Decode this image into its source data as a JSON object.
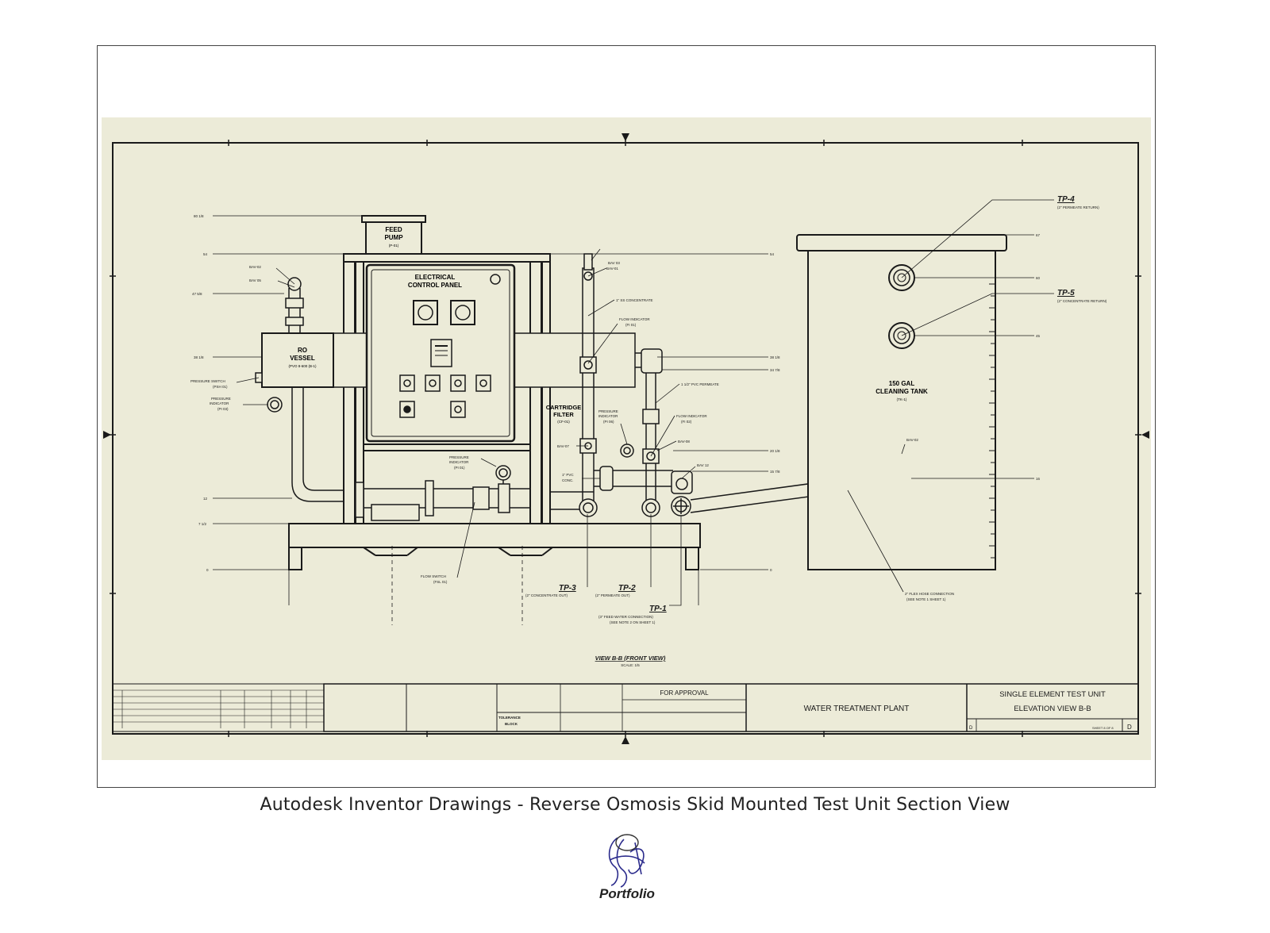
{
  "caption": "Autodesk Inventor Drawings  - Reverse Osmosis Skid Mounted Test Unit Section View",
  "colors": {
    "paper": "#ecebd8",
    "ink": "#1a1a1a",
    "logo": "#2b2b8c"
  },
  "labels": {
    "feed_pump": "FEED",
    "feed_pump_2": "PUMP",
    "feed_pump_tag": "(P-01)",
    "panel_1": "ELECTRICAL",
    "panel_2": "CONTROL PANEL",
    "ro_1": "RO",
    "ro_2": "VESSEL",
    "ro_tag": "(PVO 8-600 (B-1)",
    "cart_1": "CARTRIDGE",
    "cart_2": "FILTER",
    "cart_tag": "(CF-01)",
    "tank_1": "150 GAL",
    "tank_2": "CLEANING TANK",
    "tank_tag": "(TK-1)",
    "tp4": "TP-4",
    "tp4_sub": "(2\" PERMEATE RETURN)",
    "tp5": "TP-5",
    "tp5_sub": "(2\" CONCENTRATE RETURN)",
    "tp3": "TP-3",
    "tp3_sub": "(2\" CONCENTRATE OUT)",
    "tp2": "TP-2",
    "tp2_sub": "(2\" PERMEATE OUT)",
    "tp1": "TP-1",
    "tp1_sub": "(3\" FEED WATER CONNECTION)",
    "tp1_sub2": "(SEE NOTE 2 ON SHEET 1)",
    "bav02": "BAV-02",
    "bav05": "BAV 05",
    "bav01": "BAV-01",
    "bav03": "BAV 03",
    "concentrate": "1\" SS CONCENTRATE",
    "flow_ind1": "FLOW INDICATOR",
    "flow_ind1_tag": "(FI 01)",
    "pvc_perm": "1 1/2\" PVC PERMEATE",
    "flow_ind2": "FLOW INDICATOR",
    "flow_ind2_tag": "(FI 02)",
    "press_ind3": "PRESSURE",
    "press_ind3_b": "INDICATOR",
    "press_ind3_tag": "(PI 06)",
    "bav07": "BAV-07",
    "bav08": "BAV-08",
    "bav12": "BAV 12",
    "pvc_conc": "1\" PVC",
    "pvc_conc_b": "CONC.",
    "press_switch": "PRESSURE SWITCH",
    "press_switch_tag": "(PSH 01)",
    "press_ind1": "PRESSURE",
    "press_ind1_b": "INDICATOR",
    "press_ind1_tag": "(PI 03)",
    "press_ind2": "PRESSURE",
    "press_ind2_b": "INDICATOR",
    "press_ind2_tag": "(PI 01)",
    "flow_switch": "FLOW SWITCH",
    "flow_switch_tag": "(FSL 01)",
    "bav02b": "BAV-02",
    "flex_hose": "2\" FLEX HOSE CONNECTION",
    "flex_hose_b": "(SEE NOTE 1 SHEET 1)",
    "view": "VIEW B-B (FRONT VIEW)",
    "scale": "SCALE: 1/5",
    "dim_80": "80 1/8",
    "dim_54": "54",
    "dim_47": "47 5/8",
    "dim_38": "38 1/8",
    "dim_12": "12",
    "dim_7": "7 1/2",
    "dim_0": "0",
    "dim_r54": "54",
    "dim_r38": "38 1/8",
    "dim_r34": "34 7/8",
    "dim_r20": "20 1/8",
    "dim_r15": "15 7/8",
    "dim_r0": "0",
    "dim_t67": "67",
    "dim_t60": "60",
    "dim_t45": "45",
    "dim_t16": "16"
  },
  "title_block": {
    "approval": "FOR APPROVAL",
    "plant": "WATER TREATMENT PLANT",
    "title_1": "SINGLE ELEMENT TEST UNIT",
    "title_2": "ELEVATION  VIEW B-B",
    "tolerance_1": "TOLERANCE",
    "tolerance_2": "BLOCK",
    "size": "D",
    "sheet": "SHEET 8 OF 8"
  },
  "logo_text": "Portfolio"
}
